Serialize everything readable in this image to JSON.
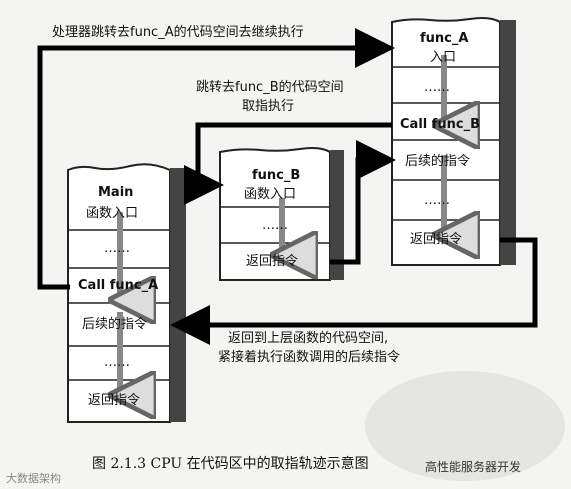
{
  "top_annotation": "处理器跳转去func_A的代码空间去继续执行",
  "mid_annotation_line1": "跳转去func_B的代码空间",
  "mid_annotation_line2": "取指执行",
  "bottom_annotation_line1": "返回到上层函数的代码空间,",
  "bottom_annotation_line2": "紧接着执行函数调用的后续指令",
  "caption": "图 2.1.3   CPU 在代码区中的取指轨迹示意图",
  "watermark_left": "大数据架构",
  "watermark_right": "高性能服务器开发",
  "main_block": {
    "title": "Main",
    "entry": "函数入口",
    "dots1": "……",
    "call": "Call func_A",
    "after": "后续的指令",
    "dots2": "……",
    "ret": "返回指令"
  },
  "func_a_block": {
    "title": "func_A",
    "entry": "入口",
    "dots1": "……",
    "call": "Call func_B",
    "after": "后续的指令",
    "dots2": "……",
    "ret": "返回指令"
  },
  "func_b_block": {
    "title": "func_B",
    "entry": "函数入口",
    "dots": "……",
    "ret": "返回指令"
  }
}
